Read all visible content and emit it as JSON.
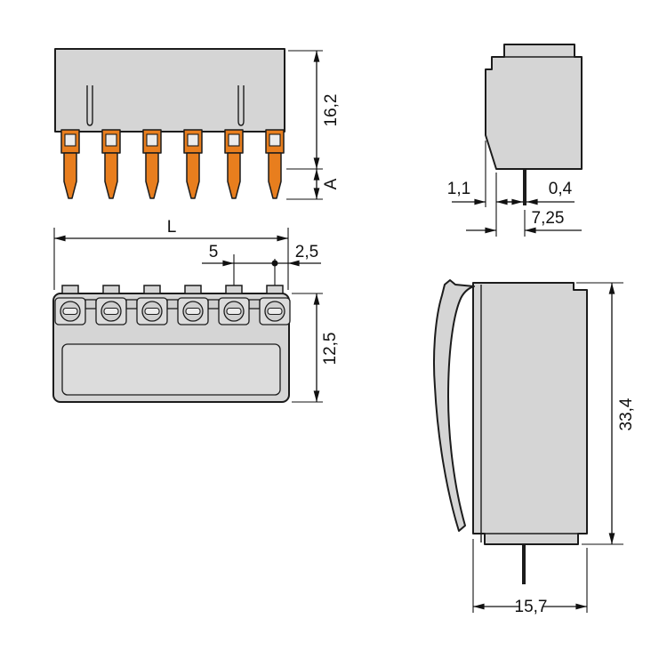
{
  "meta": {
    "description": "Dimensional technical drawing of a 6-pole PCB terminal block connector, four orthographic views"
  },
  "colors": {
    "body-gray": "#d5d5d5",
    "detail-gray": "#dcdcdc",
    "inner-gray": "#cfcfcf",
    "window-gray": "#ececec",
    "pin-orange": "#e87e1e",
    "line-dark": "#1c1c1c",
    "dim-color": "#111111"
  },
  "dimensions": {
    "front_height": "16,2",
    "pin_length_label": "A",
    "total_length": "L",
    "pole_pitch": "5",
    "edge_offset": "2,5",
    "housing_depth": "12,5",
    "foot_offset": "1,1",
    "pin_thickness": "0,4",
    "pin_setback": "7,25",
    "side_height": "33,4",
    "side_depth": "15,7"
  }
}
